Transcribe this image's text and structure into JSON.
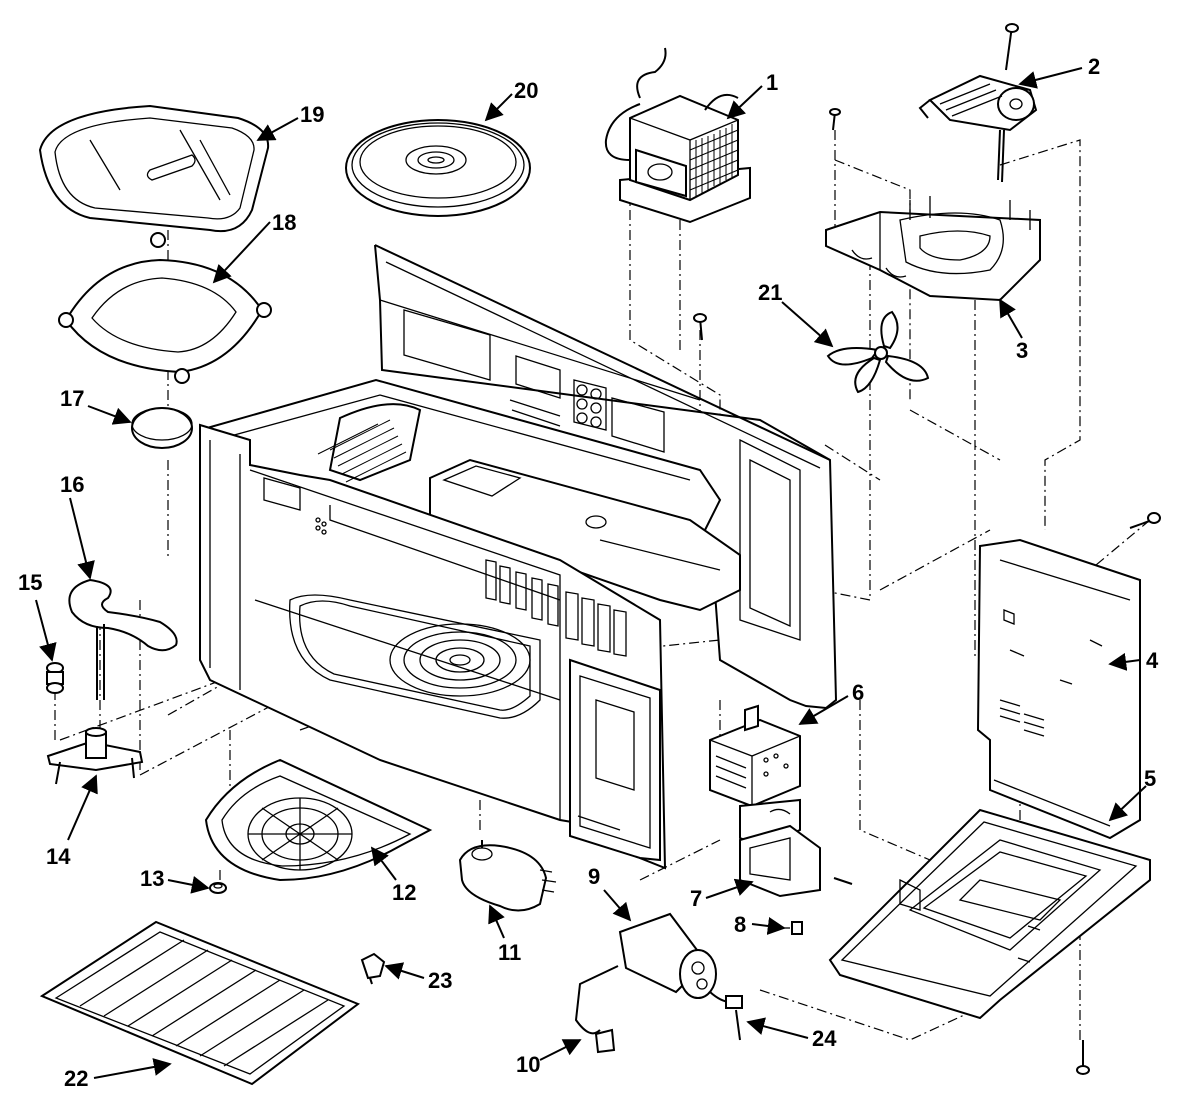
{
  "diagram": {
    "callouts": [
      {
        "id": "label-1",
        "text": "1"
      },
      {
        "id": "label-2",
        "text": "2"
      },
      {
        "id": "label-3",
        "text": "3"
      },
      {
        "id": "label-4",
        "text": "4"
      },
      {
        "id": "label-5",
        "text": "5"
      },
      {
        "id": "label-6",
        "text": "6"
      },
      {
        "id": "label-7",
        "text": "7"
      },
      {
        "id": "label-8",
        "text": "8"
      },
      {
        "id": "label-9",
        "text": "9"
      },
      {
        "id": "label-10",
        "text": "10"
      },
      {
        "id": "label-11",
        "text": "11"
      },
      {
        "id": "label-12",
        "text": "12"
      },
      {
        "id": "label-13",
        "text": "13"
      },
      {
        "id": "label-14",
        "text": "14"
      },
      {
        "id": "label-15",
        "text": "15"
      },
      {
        "id": "label-16",
        "text": "16"
      },
      {
        "id": "label-17",
        "text": "17"
      },
      {
        "id": "label-18",
        "text": "18"
      },
      {
        "id": "label-19",
        "text": "19"
      },
      {
        "id": "label-20",
        "text": "20"
      },
      {
        "id": "label-21",
        "text": "21"
      },
      {
        "id": "label-22",
        "text": "22"
      },
      {
        "id": "label-23",
        "text": "23"
      },
      {
        "id": "label-24",
        "text": "24"
      }
    ]
  }
}
